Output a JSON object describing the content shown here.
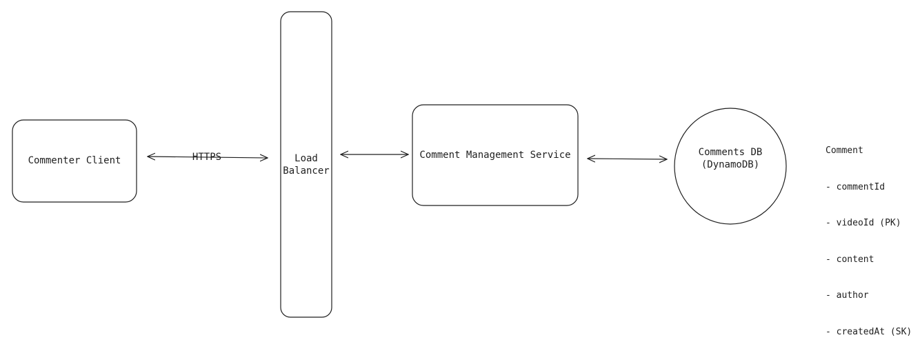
{
  "nodes": {
    "client": {
      "label": "Commenter Client"
    },
    "load_balancer": {
      "line1": "Load",
      "line2": "Balancer"
    },
    "service": {
      "label": "Comment Management Service"
    },
    "db": {
      "line1": "Comments DB",
      "line2": "(DynamoDB)"
    }
  },
  "edges": {
    "client_lb": {
      "label": "HTTPS"
    }
  },
  "schema": {
    "title": "Comment",
    "fields": [
      "- commentId",
      "- videoId (PK)",
      "- content",
      "- author",
      "- createdAt (SK)"
    ]
  },
  "colors": {
    "stroke": "#1e1e1e",
    "background": "#ffffff"
  }
}
